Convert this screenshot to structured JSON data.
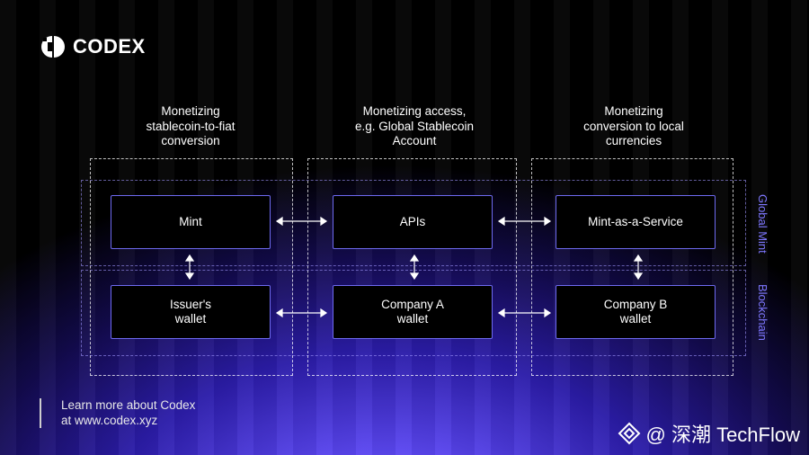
{
  "logo": {
    "text": "CODEX",
    "icon": "codex-logo-icon"
  },
  "columns": [
    {
      "header": [
        "Monetizing",
        "stablecoin-to-fiat",
        "conversion"
      ]
    },
    {
      "header": [
        "Monetizing access,",
        "e.g. Global Stablecoin",
        "Account"
      ]
    },
    {
      "header": [
        "Monetizing",
        "conversion to local",
        "currencies"
      ]
    }
  ],
  "rows": [
    {
      "label": "Global Mint"
    },
    {
      "label": "Blockchain"
    }
  ],
  "nodes": {
    "mint": [
      "Mint"
    ],
    "apis": [
      "APIs"
    ],
    "maas": [
      "Mint-as-a-Service"
    ],
    "issuer_wallet": [
      "Issuer's",
      "wallet"
    ],
    "company_a_wallet": [
      "Company A",
      "wallet"
    ],
    "company_b_wallet": [
      "Company B",
      "wallet"
    ]
  },
  "footer": {
    "line1": "Learn more about Codex",
    "line2": "at www.codex.xyz"
  },
  "watermark": {
    "text": "@ 深潮 TechFlow",
    "icon": "techflow-diamond-icon"
  },
  "colors": {
    "node_border": "#6e6af0",
    "row_label": "#7e77ff",
    "accent": "#5a46f0"
  }
}
